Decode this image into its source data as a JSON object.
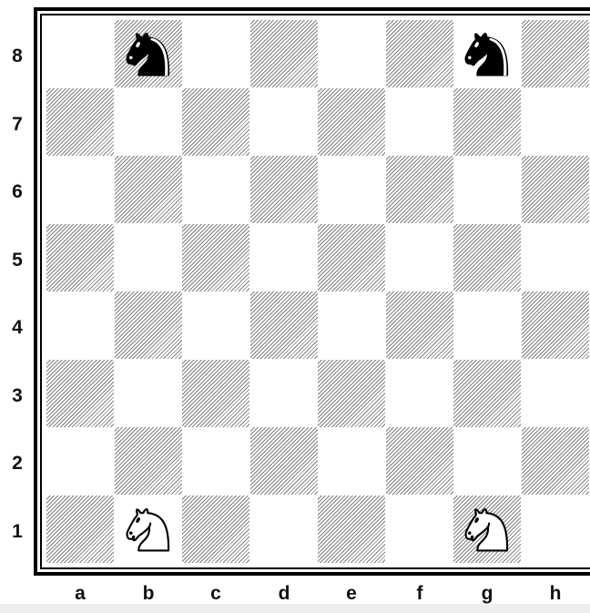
{
  "board": {
    "files": [
      "a",
      "b",
      "c",
      "d",
      "e",
      "f",
      "g",
      "h"
    ],
    "ranks": [
      "8",
      "7",
      "6",
      "5",
      "4",
      "3",
      "2",
      "1"
    ],
    "dark_square_hatch_color": "#7f7f7f",
    "light_square_color": "#ffffff",
    "frame_color": "#000000",
    "pieces": [
      {
        "square": "b8",
        "color": "black",
        "type": "knight"
      },
      {
        "square": "g8",
        "color": "black",
        "type": "knight"
      },
      {
        "square": "b1",
        "color": "white",
        "type": "knight"
      },
      {
        "square": "g1",
        "color": "white",
        "type": "knight"
      }
    ]
  }
}
